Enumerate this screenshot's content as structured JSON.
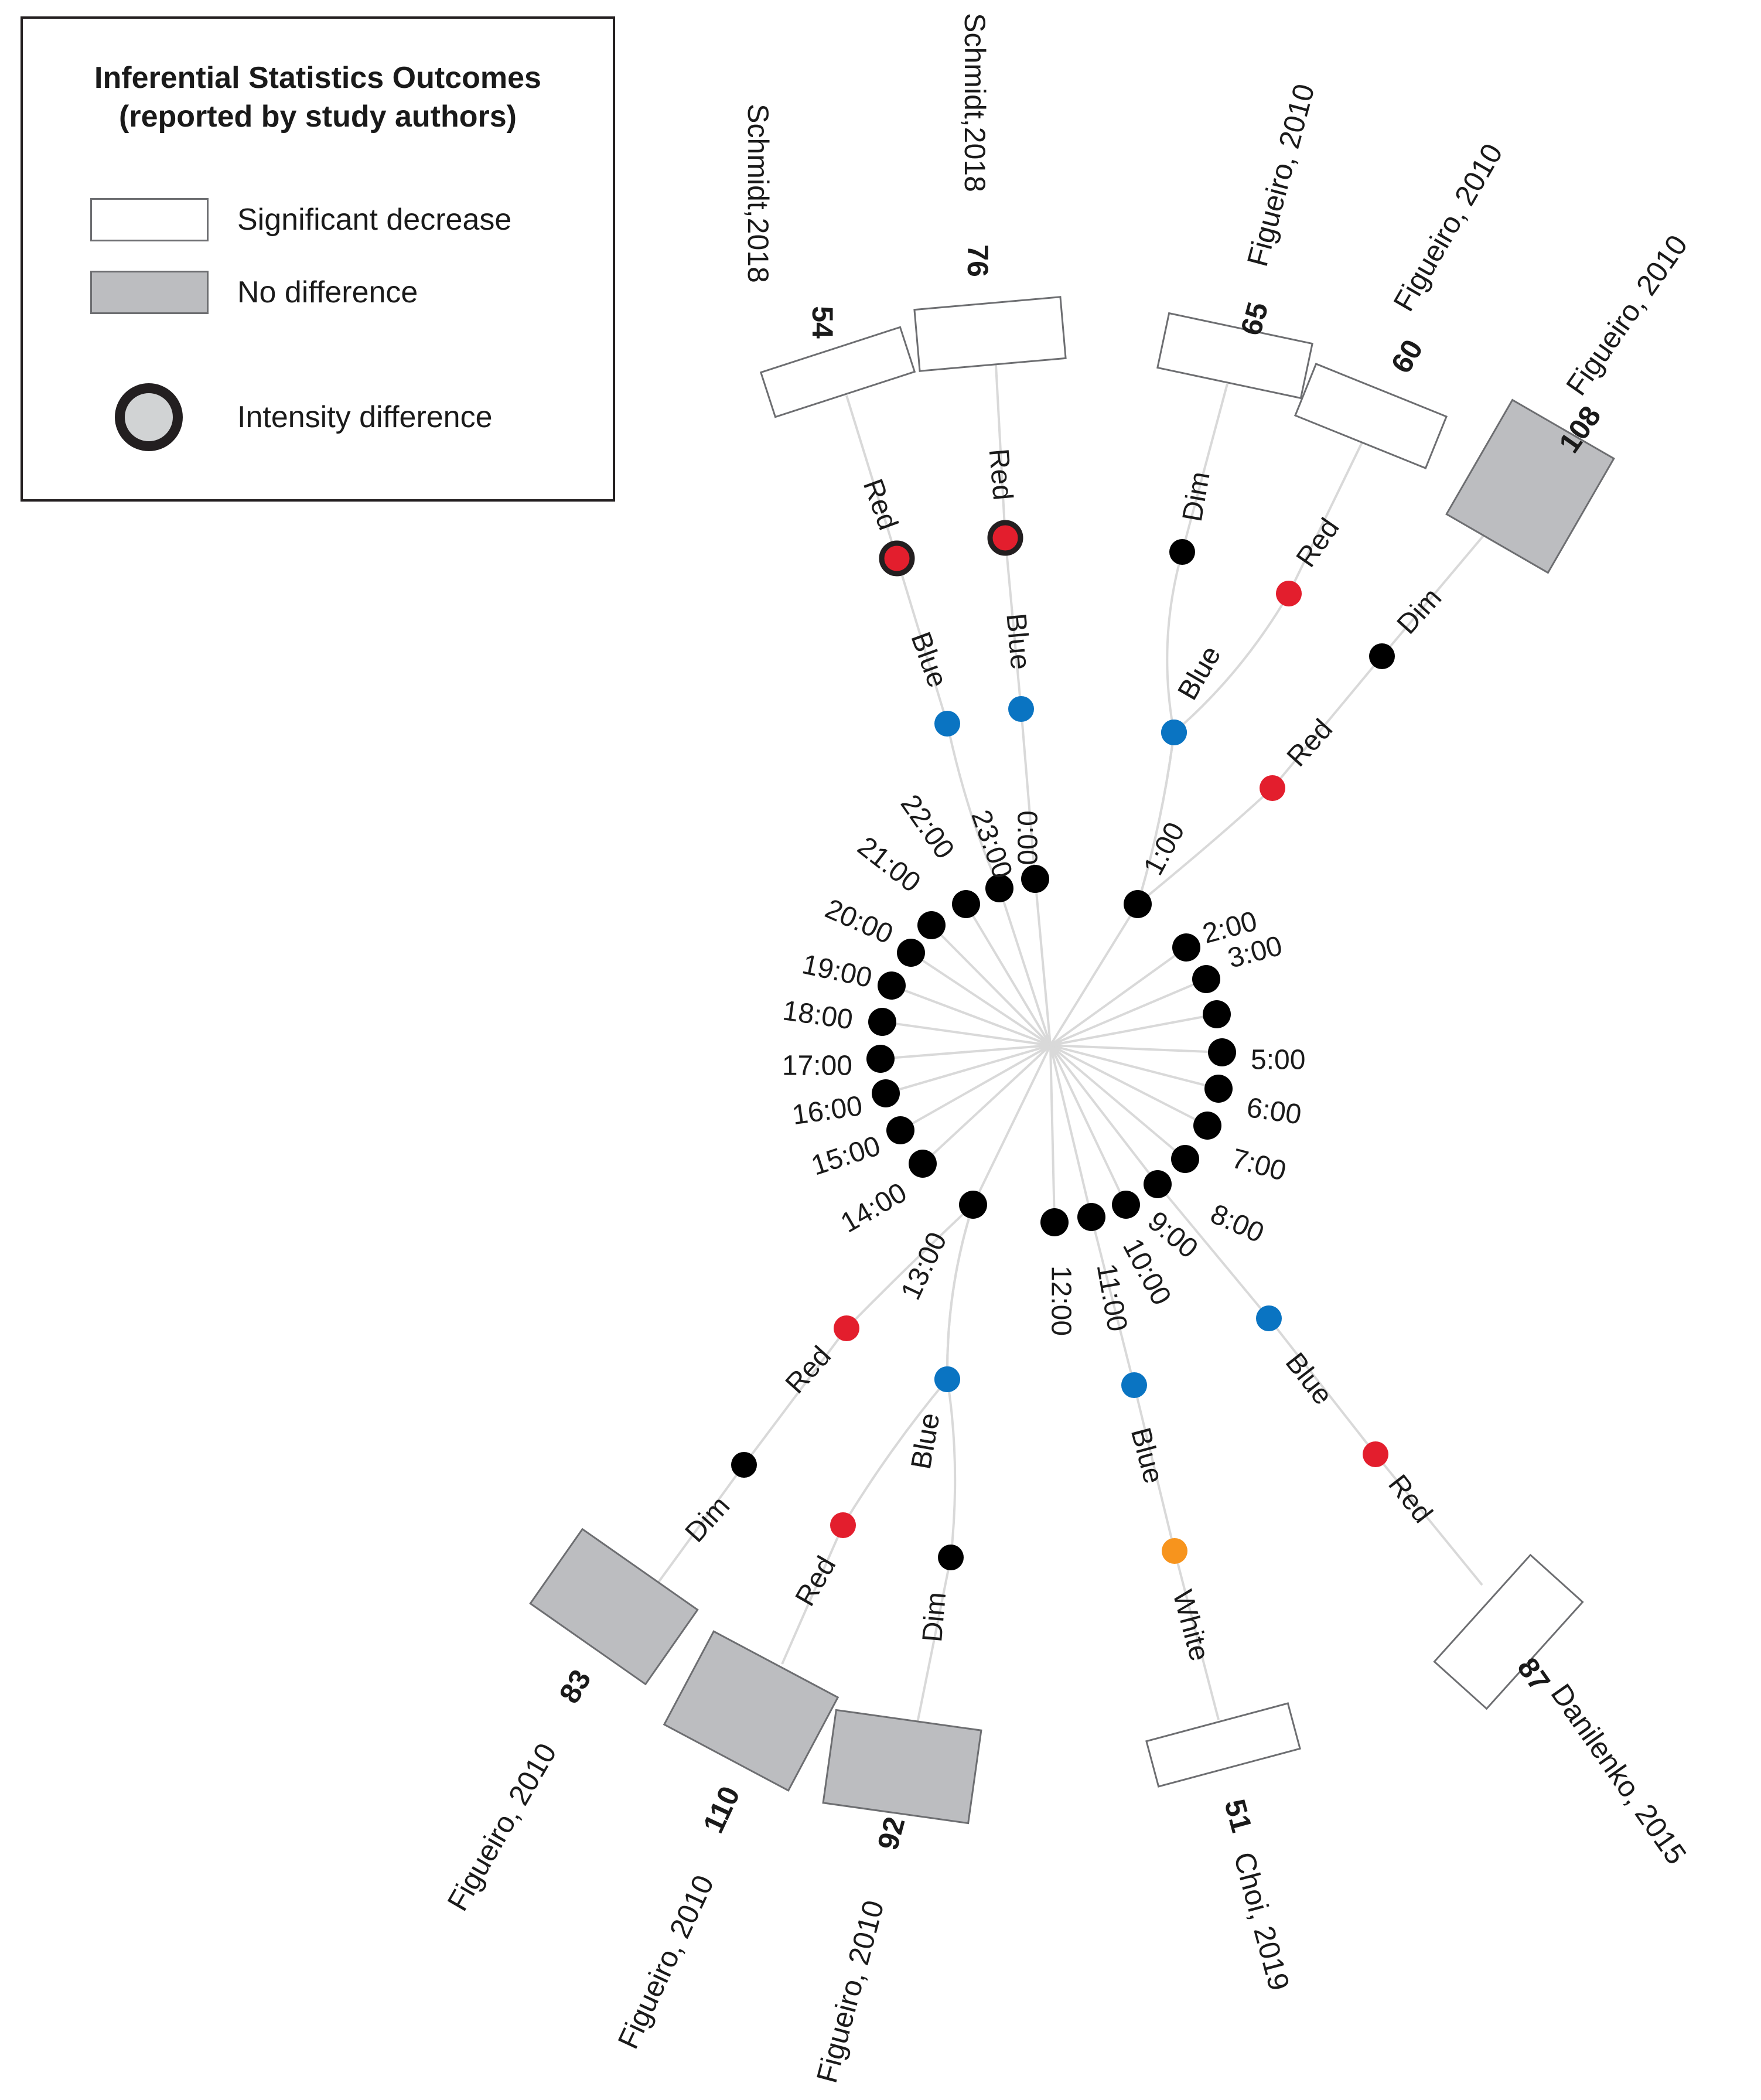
{
  "legend": {
    "title_line1": "Inferential Statistics Outcomes",
    "title_line2": "(reported by study authors)",
    "items": [
      {
        "label": "Significant decrease",
        "fill": "#ffffff"
      },
      {
        "label": "No difference",
        "fill": "#bcbdc0"
      },
      {
        "label": "Intensity difference",
        "fill": "#d1d3d4"
      }
    ]
  },
  "colors": {
    "Red": "#e31e2d",
    "Blue": "#0a74c2",
    "Dim": "#000000",
    "White": "#f7941d",
    "hour": "#000000",
    "significant_decrease": "#ffffff",
    "no_difference": "#bcbdc0",
    "edge": "#d9d9d9",
    "box_border": "#6d6e71"
  },
  "hours": [
    "0:00",
    "1:00",
    "2:00",
    "3:00",
    "4:00",
    "5:00",
    "6:00",
    "7:00",
    "8:00",
    "9:00",
    "10:00",
    "11:00",
    "12:00",
    "13:00",
    "14:00",
    "15:00",
    "16:00",
    "17:00",
    "18:00",
    "19:00",
    "20:00",
    "21:00",
    "22:00",
    "23:00"
  ],
  "hour_labels_shown": [
    "0:00",
    "1:00",
    "2:00",
    "3:00",
    "5:00",
    "6:00",
    "7:00",
    "8:00",
    "9:00",
    "10:00",
    "11:00",
    "12:00",
    "13:00",
    "14:00",
    "15:00",
    "16:00",
    "17:00",
    "18:00",
    "19:00",
    "20:00",
    "21:00",
    "22:00",
    "23:00"
  ],
  "studies": [
    {
      "id": "54",
      "author": "Schmidt,2018",
      "outcome": "Significant decrease",
      "sequence": [
        "Red",
        "Blue"
      ],
      "intensity_difference": [
        "Red"
      ],
      "hour": "23:00"
    },
    {
      "id": "76",
      "author": "Schmidt,2018",
      "outcome": "Significant decrease",
      "sequence": [
        "Red",
        "Blue"
      ],
      "intensity_difference": [
        "Red"
      ],
      "hour": "0:00"
    },
    {
      "id": "65",
      "author": "Figueiro, 2010",
      "outcome": "Significant decrease",
      "sequence": [
        "Dim",
        "Blue"
      ],
      "hour": "1:00"
    },
    {
      "id": "60",
      "author": "Figueiro, 2010",
      "outcome": "Significant decrease",
      "sequence": [
        "Red",
        "Blue"
      ],
      "hour": "1:00"
    },
    {
      "id": "108",
      "author": "Figueiro, 2010",
      "outcome": "No difference",
      "sequence": [
        "Dim",
        "Red"
      ],
      "hour": "1:00"
    },
    {
      "id": "87",
      "author": "Danilenko, 2015",
      "outcome": "Significant decrease",
      "sequence": [
        "Red",
        "Blue"
      ],
      "hour": "9:00"
    },
    {
      "id": "51",
      "author": "Choi, 2019",
      "outcome": "Significant decrease",
      "sequence": [
        "White",
        "Blue"
      ],
      "hour": "11:00"
    },
    {
      "id": "92",
      "author": "Figueiro, 2010",
      "outcome": "No difference",
      "sequence": [
        "Dim",
        "Blue"
      ],
      "hour": "13:00"
    },
    {
      "id": "110",
      "author": "Figueiro, 2010",
      "outcome": "No difference",
      "sequence": [
        "Red",
        "Blue"
      ],
      "hour": "13:00"
    },
    {
      "id": "83",
      "author": "Figueiro, 2010",
      "outcome": "No difference",
      "sequence": [
        "Dim",
        "Red"
      ],
      "hour": "13:00"
    }
  ]
}
